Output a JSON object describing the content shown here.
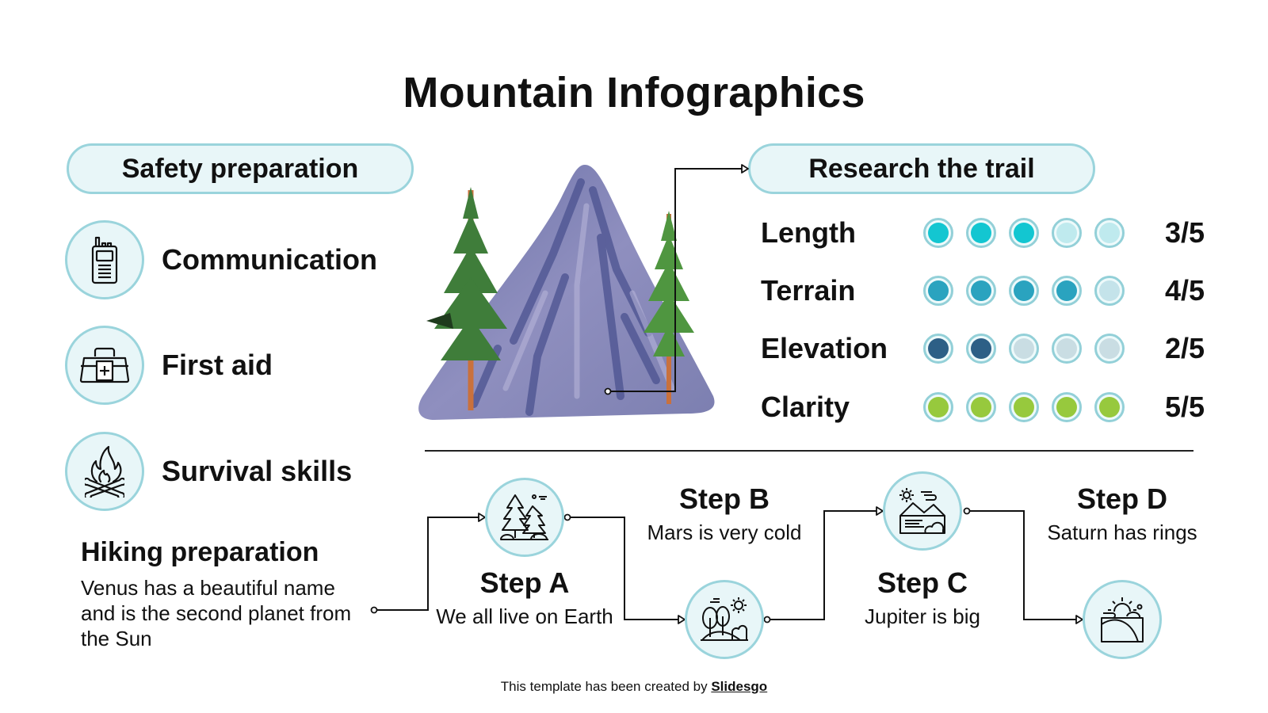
{
  "title": "Mountain Infographics",
  "safety": {
    "header": "Safety preparation",
    "items": [
      {
        "label": "Communication",
        "icon": "walkie-talkie-icon"
      },
      {
        "label": "First aid",
        "icon": "first-aid-kit-icon"
      },
      {
        "label": "Survival skills",
        "icon": "campfire-icon"
      }
    ]
  },
  "hiking": {
    "title": "Hiking preparation",
    "text": "Venus has a beautiful name and is the second planet from the Sun"
  },
  "trail": {
    "header": "Research the trail",
    "ratings": [
      {
        "label": "Length",
        "score": "3/5",
        "value": 3,
        "max": 5,
        "fill_color": "#13c6d1",
        "empty_color": "#bfeaee"
      },
      {
        "label": "Terrain",
        "score": "4/5",
        "value": 4,
        "max": 5,
        "fill_color": "#2aa3bf",
        "empty_color": "#c4e3ea"
      },
      {
        "label": "Elevation",
        "score": "2/5",
        "value": 2,
        "max": 5,
        "fill_color": "#2d5f86",
        "empty_color": "#c9dde3"
      },
      {
        "label": "Clarity",
        "score": "5/5",
        "value": 5,
        "max": 5,
        "fill_color": "#97c93d",
        "empty_color": "#d7ecbf"
      }
    ]
  },
  "steps": [
    {
      "title": "Step A",
      "desc": "We all live on Earth",
      "icon": "forest-icon"
    },
    {
      "title": "Step B",
      "desc": "Mars is very cold",
      "icon": "park-trees-sun-icon"
    },
    {
      "title": "Step C",
      "desc": "Jupiter is big",
      "icon": "mountain-lake-icon"
    },
    {
      "title": "Step D",
      "desc": "Saturn has rings",
      "icon": "sunrise-hills-icon"
    }
  ],
  "footer": {
    "prefix": "This template has been created by ",
    "brand": "Slidesgo"
  },
  "colors": {
    "accent_border": "#9ad4dc",
    "accent_fill": "#e8f6f8",
    "text": "#111111"
  }
}
